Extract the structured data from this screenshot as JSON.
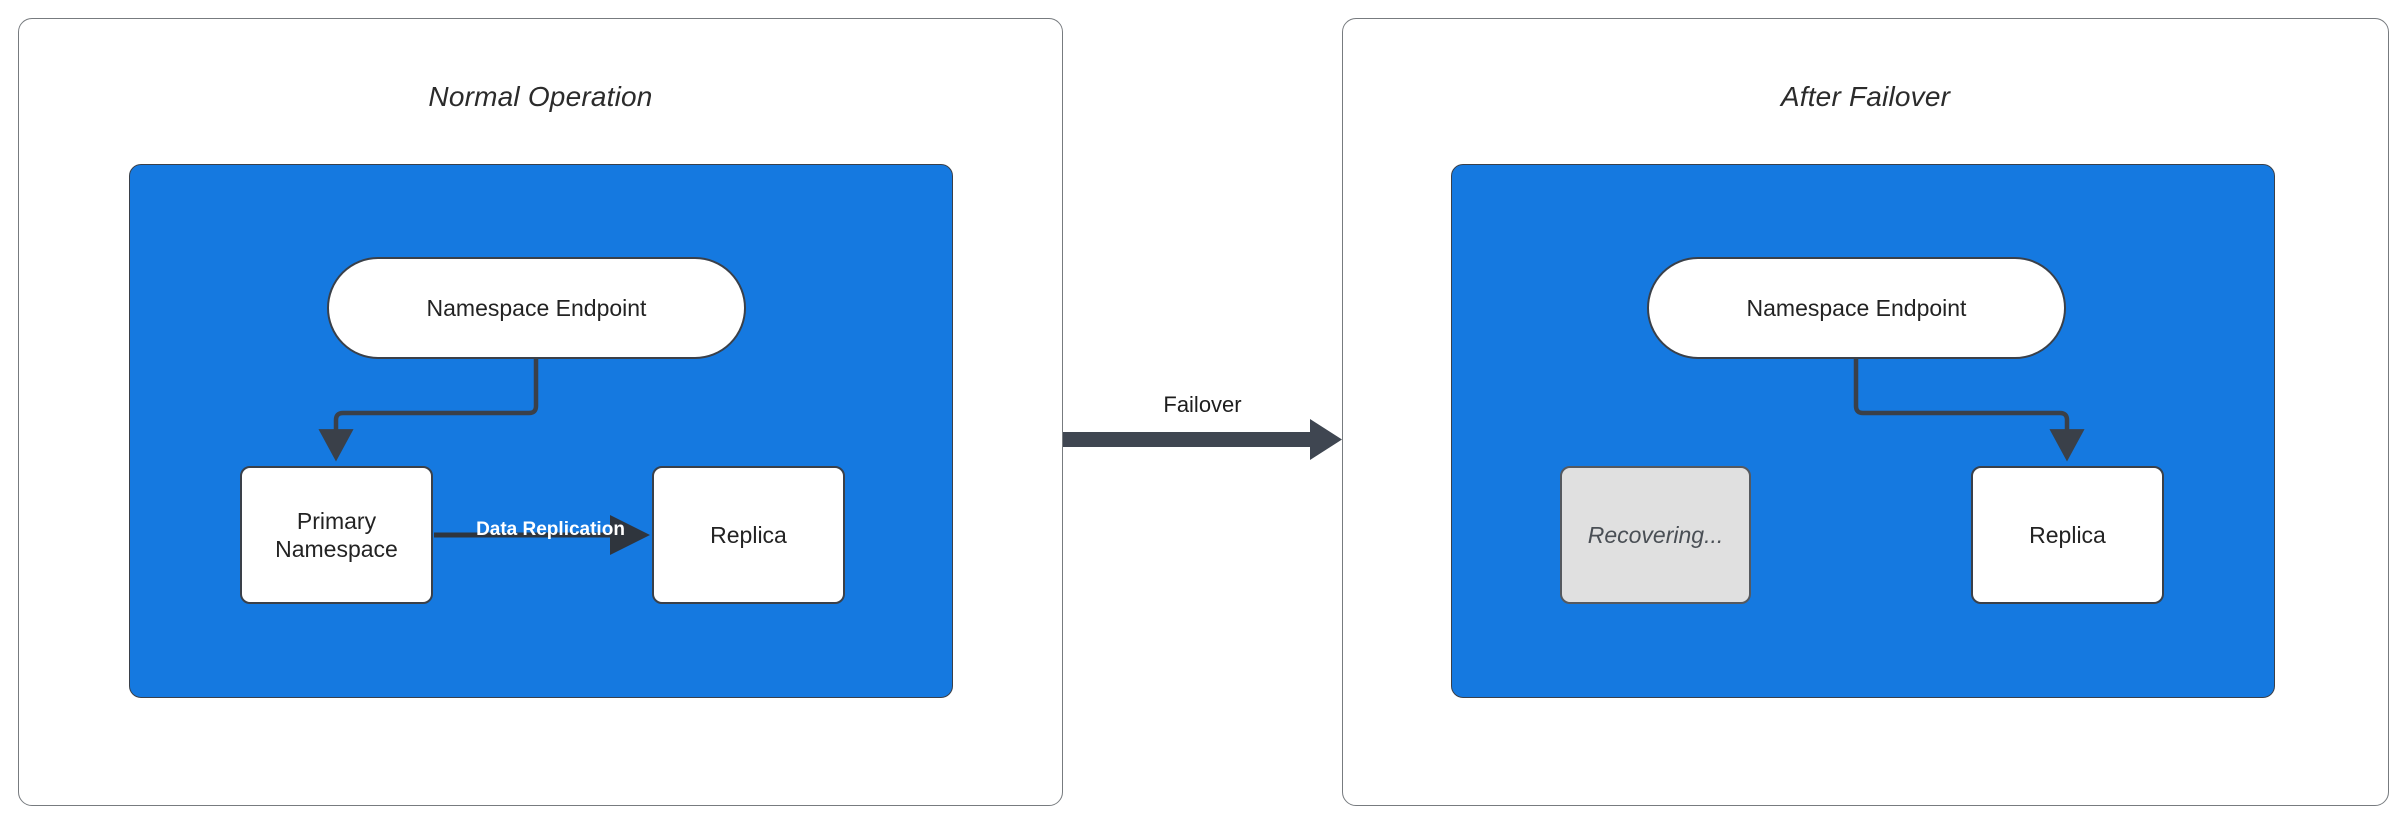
{
  "diagram": {
    "title": "Namespace Failover Diagram",
    "colors": {
      "group_blue": "#1579e0",
      "stroke_dark": "#3a4049",
      "panel_border": "#777b7f",
      "node_white": "#ffffff",
      "node_muted": "#e0e0e0",
      "edge_label_white": "#ffffff"
    }
  },
  "panels": [
    {
      "id": "normal-operation",
      "title": "Normal Operation",
      "nodes": [
        {
          "id": "ns-endpoint-left",
          "label": "Namespace Endpoint",
          "shape": "pill",
          "state": "active"
        },
        {
          "id": "primary-namespace",
          "label": "Primary\nNamespace",
          "shape": "rect",
          "state": "active"
        },
        {
          "id": "replica-left",
          "label": "Replica",
          "shape": "rect",
          "state": "active"
        }
      ],
      "edges": [
        {
          "id": "endpoint-to-primary",
          "from": "ns-endpoint-left",
          "to": "primary-namespace",
          "label": "",
          "style": "orthogonal-arrow"
        },
        {
          "id": "primary-to-replica",
          "from": "primary-namespace",
          "to": "replica-left",
          "label": "Data Replication",
          "style": "straight-arrow"
        }
      ]
    },
    {
      "id": "after-failover",
      "title": "After Failover",
      "nodes": [
        {
          "id": "ns-endpoint-right",
          "label": "Namespace Endpoint",
          "shape": "pill",
          "state": "active"
        },
        {
          "id": "recovering-node",
          "label": "Recovering...",
          "shape": "rect",
          "state": "muted"
        },
        {
          "id": "replica-right",
          "label": "Replica",
          "shape": "rect",
          "state": "active"
        }
      ],
      "edges": [
        {
          "id": "endpoint-to-replica",
          "from": "ns-endpoint-right",
          "to": "replica-right",
          "label": "",
          "style": "orthogonal-arrow"
        }
      ]
    }
  ],
  "transition": {
    "id": "failover-transition",
    "label": "Failover",
    "from_panel": "normal-operation",
    "to_panel": "after-failover",
    "style": "thick-arrow"
  },
  "node_labels": {
    "namespace_endpoint": "Namespace Endpoint",
    "primary_namespace_line1": "Primary",
    "primary_namespace_line2": "Namespace",
    "replica": "Replica",
    "recovering": "Recovering..."
  },
  "edge_labels": {
    "data_replication": "Data Replication",
    "failover": "Failover"
  },
  "panel_titles": {
    "left": "Normal Operation",
    "right": "After Failover"
  }
}
